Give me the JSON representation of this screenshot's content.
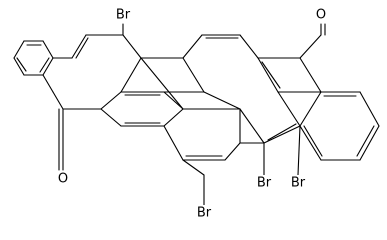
{
  "molecule": {
    "atom_labels": {
      "br_top": "Br",
      "o_top_right": "O",
      "o_bottom_left": "O",
      "br_bottom_center": "Br",
      "br_bottom_right": "Br",
      "br_bottom_left": "Br"
    },
    "colors": {
      "bond": "#000000",
      "label": "#000000",
      "background": "#ffffff"
    }
  }
}
